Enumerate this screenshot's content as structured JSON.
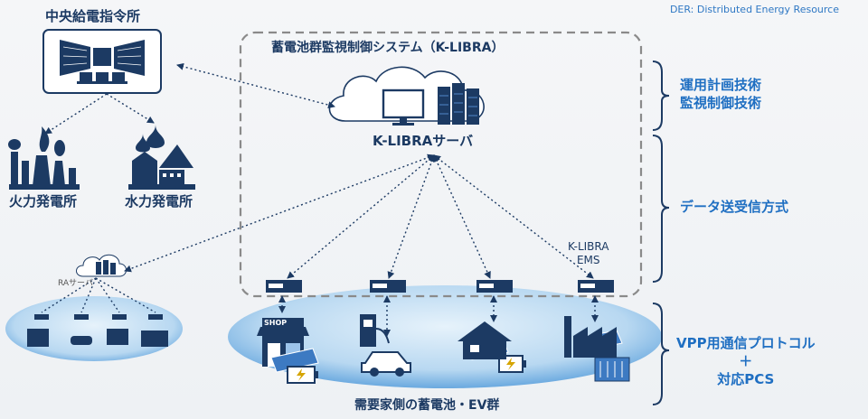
{
  "note": "DER: Distributed Energy Resource",
  "central_dispatch": {
    "title": "中央給電指令所"
  },
  "plants": {
    "thermal": "火力発電所",
    "hydro": "水力発電所"
  },
  "system": {
    "title": "蓄電池群監視制御システム（K-LIBRA）",
    "server_label": "K-LIBRAサーバ",
    "ems_line1": "K-LIBRA",
    "ems_line2": "EMS"
  },
  "ra_server": {
    "label": "RAサーバ"
  },
  "demand_side": {
    "shop_sign": "SHOP",
    "label": "需要家側の蓄電池・EV群"
  },
  "right_labels": {
    "tech_line1": "運用計画技術",
    "tech_line2": "監視制御技術",
    "data": "データ送受信方式",
    "vpp_line1": "VPP用通信プロトコル",
    "vpp_line2": "＋",
    "vpp_line3": "対応PCS"
  },
  "colors": {
    "navy": "#1c3a63",
    "accent_blue": "#1f6fc2",
    "ellipse_light": "#d7eaf8",
    "ellipse_dark": "#5fa0d8",
    "dashed_box": "#8a8a8a"
  },
  "icons": [
    "control-room-icon",
    "thermal-plant-icon",
    "hydro-plant-icon",
    "cloud-icon",
    "monitor-icon",
    "server-rack-icon",
    "ems-device-icon",
    "shop-icon",
    "battery-icon",
    "ev-charger-icon",
    "car-icon",
    "house-icon",
    "factory-icon",
    "solar-panel-icon"
  ]
}
